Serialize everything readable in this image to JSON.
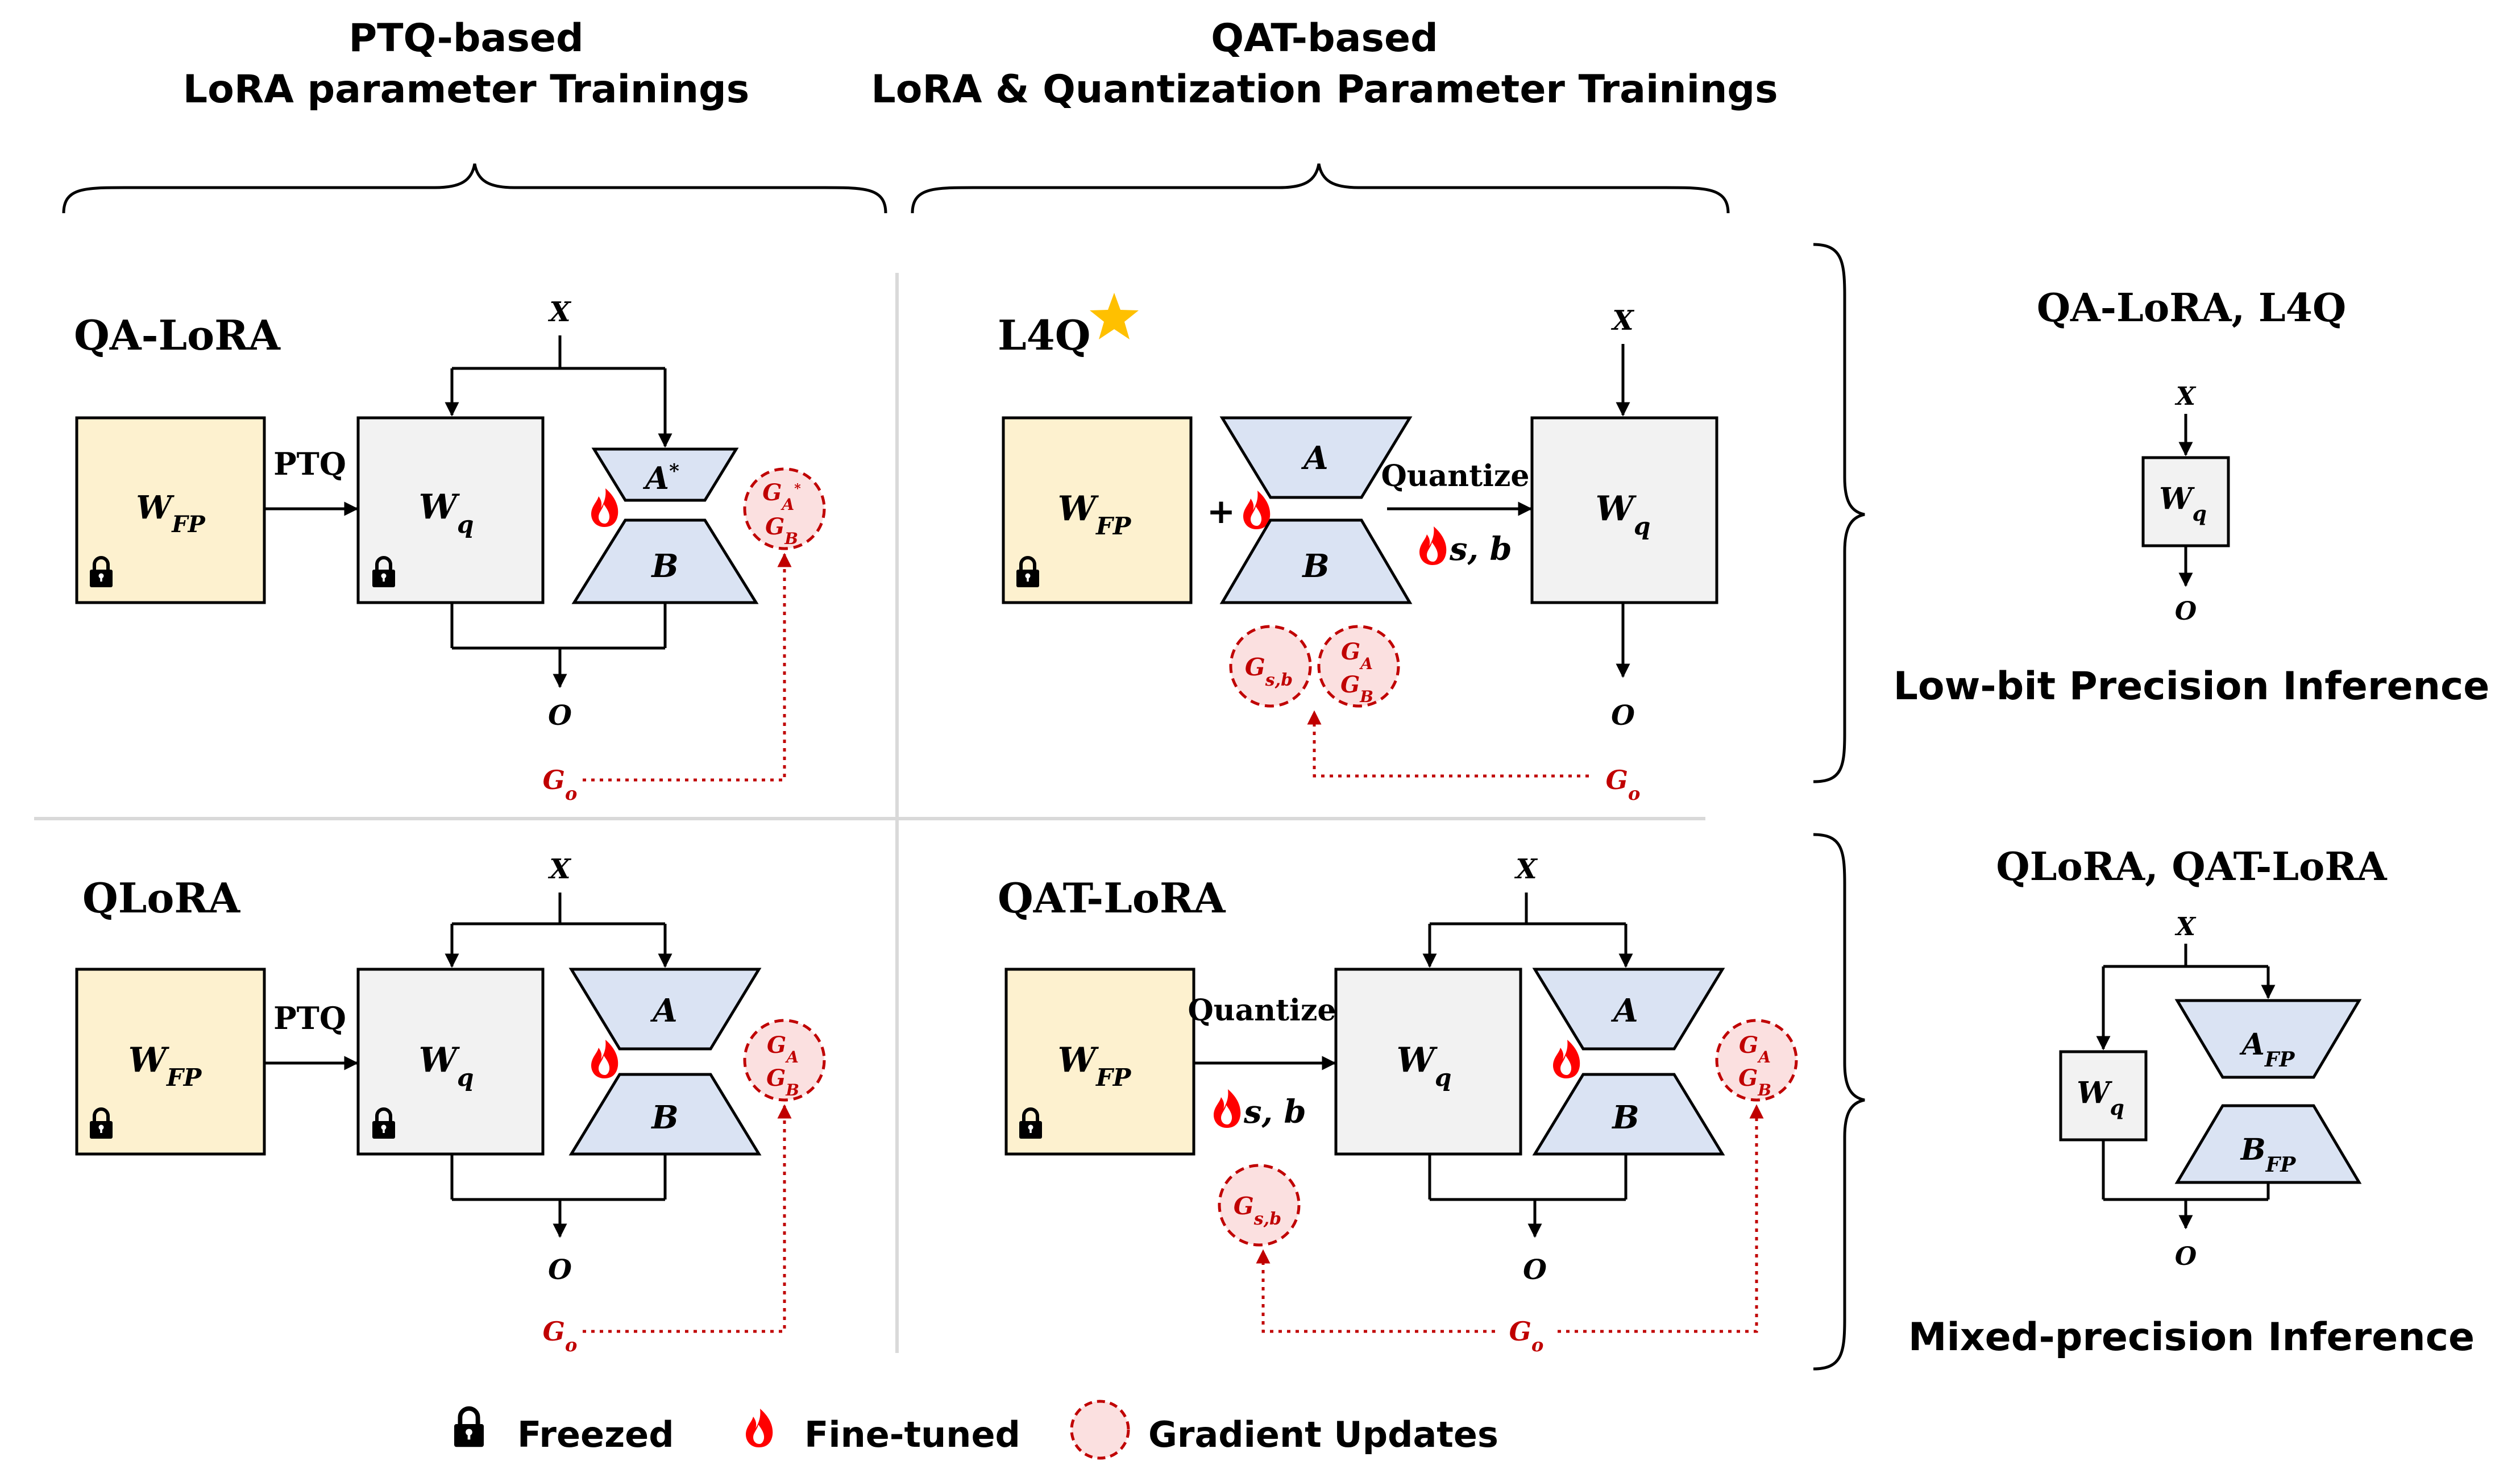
{
  "headers": {
    "ptq_line1": "PTQ-based",
    "ptq_line2": "LoRA parameter Trainings",
    "qat_line1": "QAT-based",
    "qat_line2": "LoRA & Quantization Parameter Trainings"
  },
  "panels": {
    "qalora": {
      "title": "QA-LoRA",
      "ptq": "PTQ"
    },
    "l4q": {
      "title": "L4Q",
      "quantize": "Quantize",
      "plus": "+"
    },
    "qlora": {
      "title": "QLoRA",
      "ptq": "PTQ"
    },
    "qatlora": {
      "title": "QAT-LoRA",
      "quantize": "Quantize"
    }
  },
  "symbols": {
    "x": "X",
    "o": "O",
    "w": "W",
    "fp": "FP",
    "q": "q",
    "a": "A",
    "b": "B",
    "star": "*",
    "s_b": "s, b",
    "g": "G",
    "sub_o": "o",
    "sub_a": "A",
    "sub_b": "B",
    "sub_sb": "s,b"
  },
  "inference": {
    "top_title": "QA-LoRA, L4Q",
    "top_caption": "Low-bit Precision Inference",
    "bottom_title": "QLoRA, QAT-LoRA",
    "bottom_caption": "Mixed-precision Inference"
  },
  "legend": {
    "freezed": "Freezed",
    "fine_tuned": "Fine-tuned",
    "gradient": "Gradient Updates"
  },
  "colors": {
    "fp_box": "#fdf1cf",
    "wq_box": "#f2f2f2",
    "lora": "#dae3f3",
    "gradient_fill": "#fbe0e0",
    "gradient_line": "#c00000",
    "fire": "#ff0000",
    "star": "#ffc000"
  }
}
